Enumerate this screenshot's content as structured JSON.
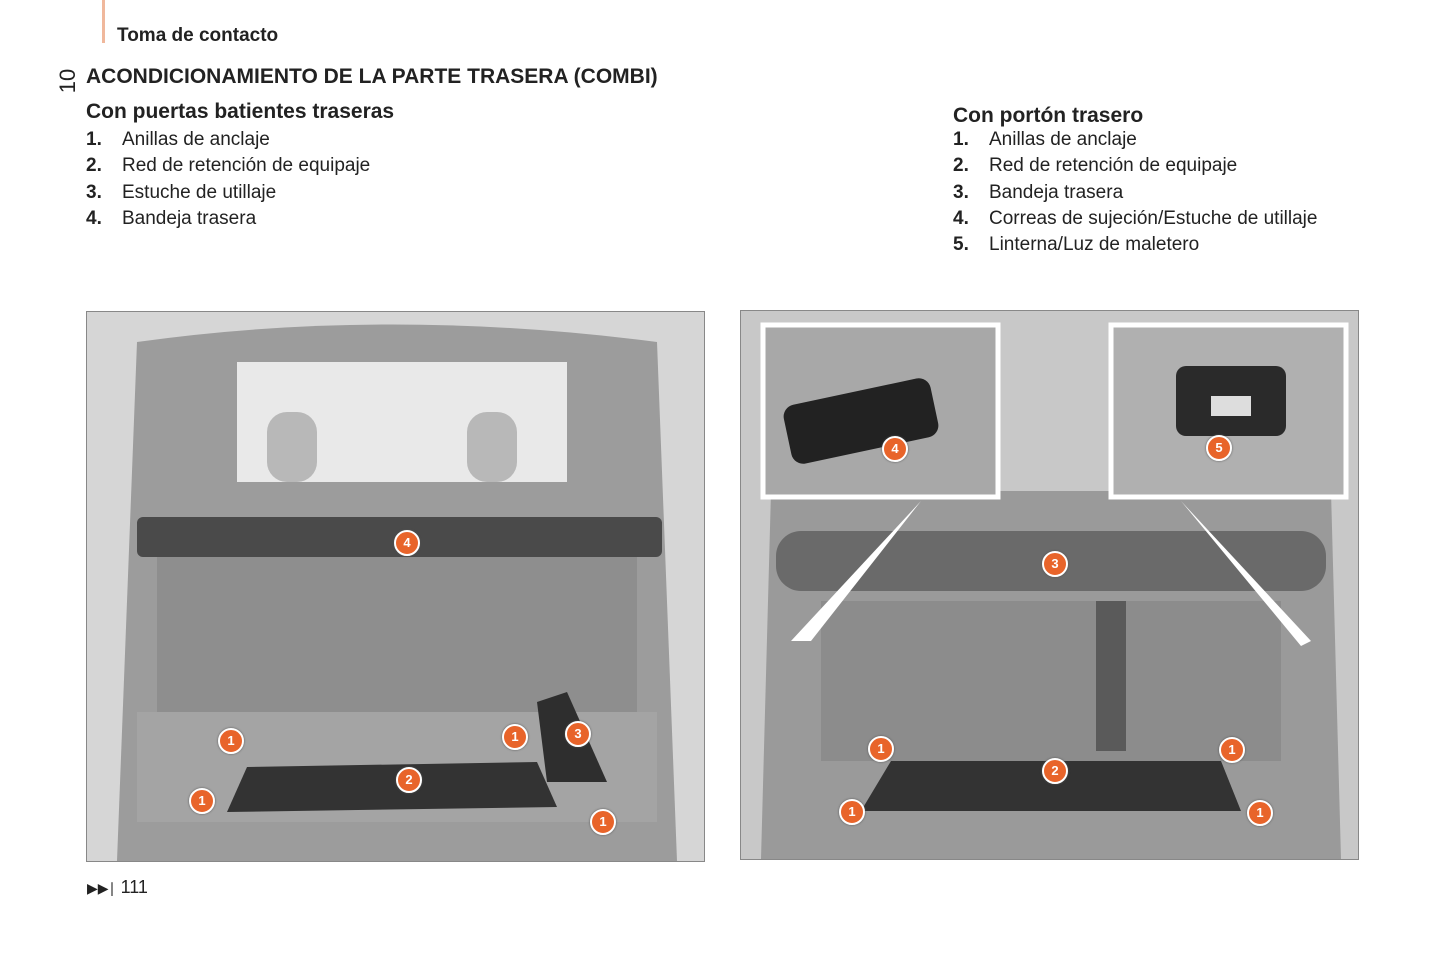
{
  "header": {
    "section": "Toma de contacto",
    "chapter": "10",
    "title": "ACONDICIONAMIENTO DE LA PARTE TRASERA (COMBI)"
  },
  "left": {
    "subtitle": "Con puertas batientes traseras",
    "items": [
      {
        "n": "1.",
        "label": "Anillas de anclaje"
      },
      {
        "n": "2.",
        "label": "Red de retención de equipaje"
      },
      {
        "n": "3.",
        "label": "Estuche de utillaje"
      },
      {
        "n": "4.",
        "label": "Bandeja trasera"
      }
    ],
    "callouts": [
      "4",
      "1",
      "2",
      "1",
      "3",
      "1",
      "1"
    ]
  },
  "right": {
    "subtitle": "Con portón trasero",
    "items": [
      {
        "n": "1.",
        "label": "Anillas de anclaje"
      },
      {
        "n": "2.",
        "label": "Red de retención de equipaje"
      },
      {
        "n": "3.",
        "label": "Bandeja trasera"
      },
      {
        "n": "4.",
        "label": "Correas de sujeción/Estuche de utillaje"
      },
      {
        "n": "5.",
        "label": "Linterna/Luz de maletero"
      }
    ],
    "callouts": [
      "4",
      "5",
      "3",
      "1",
      "2",
      "1",
      "1",
      "1"
    ]
  },
  "footer": {
    "icon": "fast-forward-icon",
    "page_ref": "111"
  },
  "colors": {
    "accent": "#e8642a",
    "bar": "#f0b89c"
  }
}
